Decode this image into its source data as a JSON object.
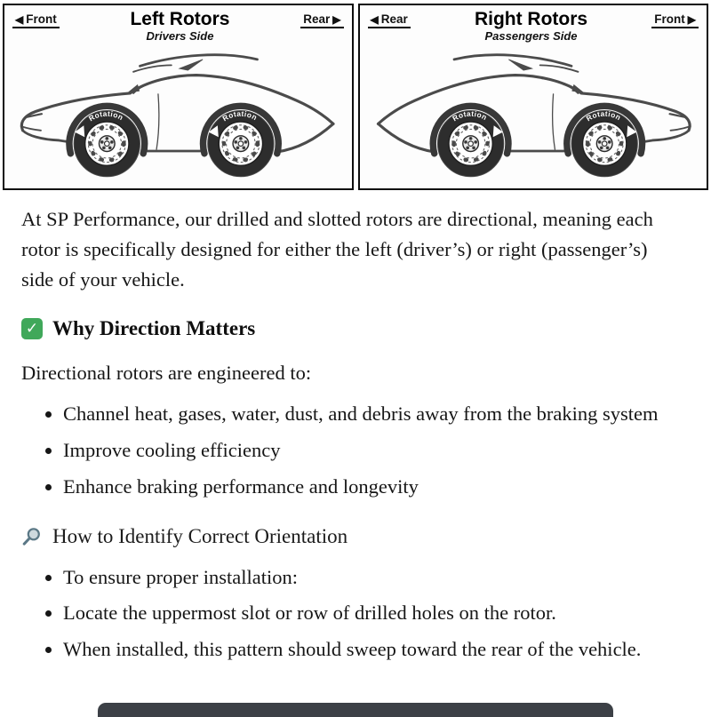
{
  "diagram": {
    "rotation_label": "Rotation",
    "left_panel": {
      "top_left_label": "Front",
      "title": "Left Rotors",
      "subtitle": "Drivers Side",
      "top_right_label": "Rear"
    },
    "right_panel": {
      "top_left_label": "Rear",
      "title": "Right Rotors",
      "subtitle": "Passengers Side",
      "top_right_label": "Front"
    }
  },
  "icons": {
    "why_section": "green-check",
    "how_section": "magnifying-glass"
  },
  "content": {
    "intro": "At SP Performance, our drilled and slotted rotors are directional, meaning each rotor is specifically designed for either the left (driver’s) or right (passenger’s) side of your vehicle.",
    "why": {
      "title": "Why Direction Matters",
      "lead": "Directional rotors are engineered to:",
      "bullets": [
        "Channel heat, gases, water, dust, and debris away from the braking system",
        "Improve cooling efficiency",
        "Enhance braking performance and longevity"
      ]
    },
    "how": {
      "title": "How to Identify Correct Orientation",
      "bullets": [
        "To ensure proper installation:",
        "Locate the uppermost slot or row of drilled holes on the rotor.",
        "When installed, this pattern should sweep toward the rear of the vehicle."
      ]
    }
  }
}
